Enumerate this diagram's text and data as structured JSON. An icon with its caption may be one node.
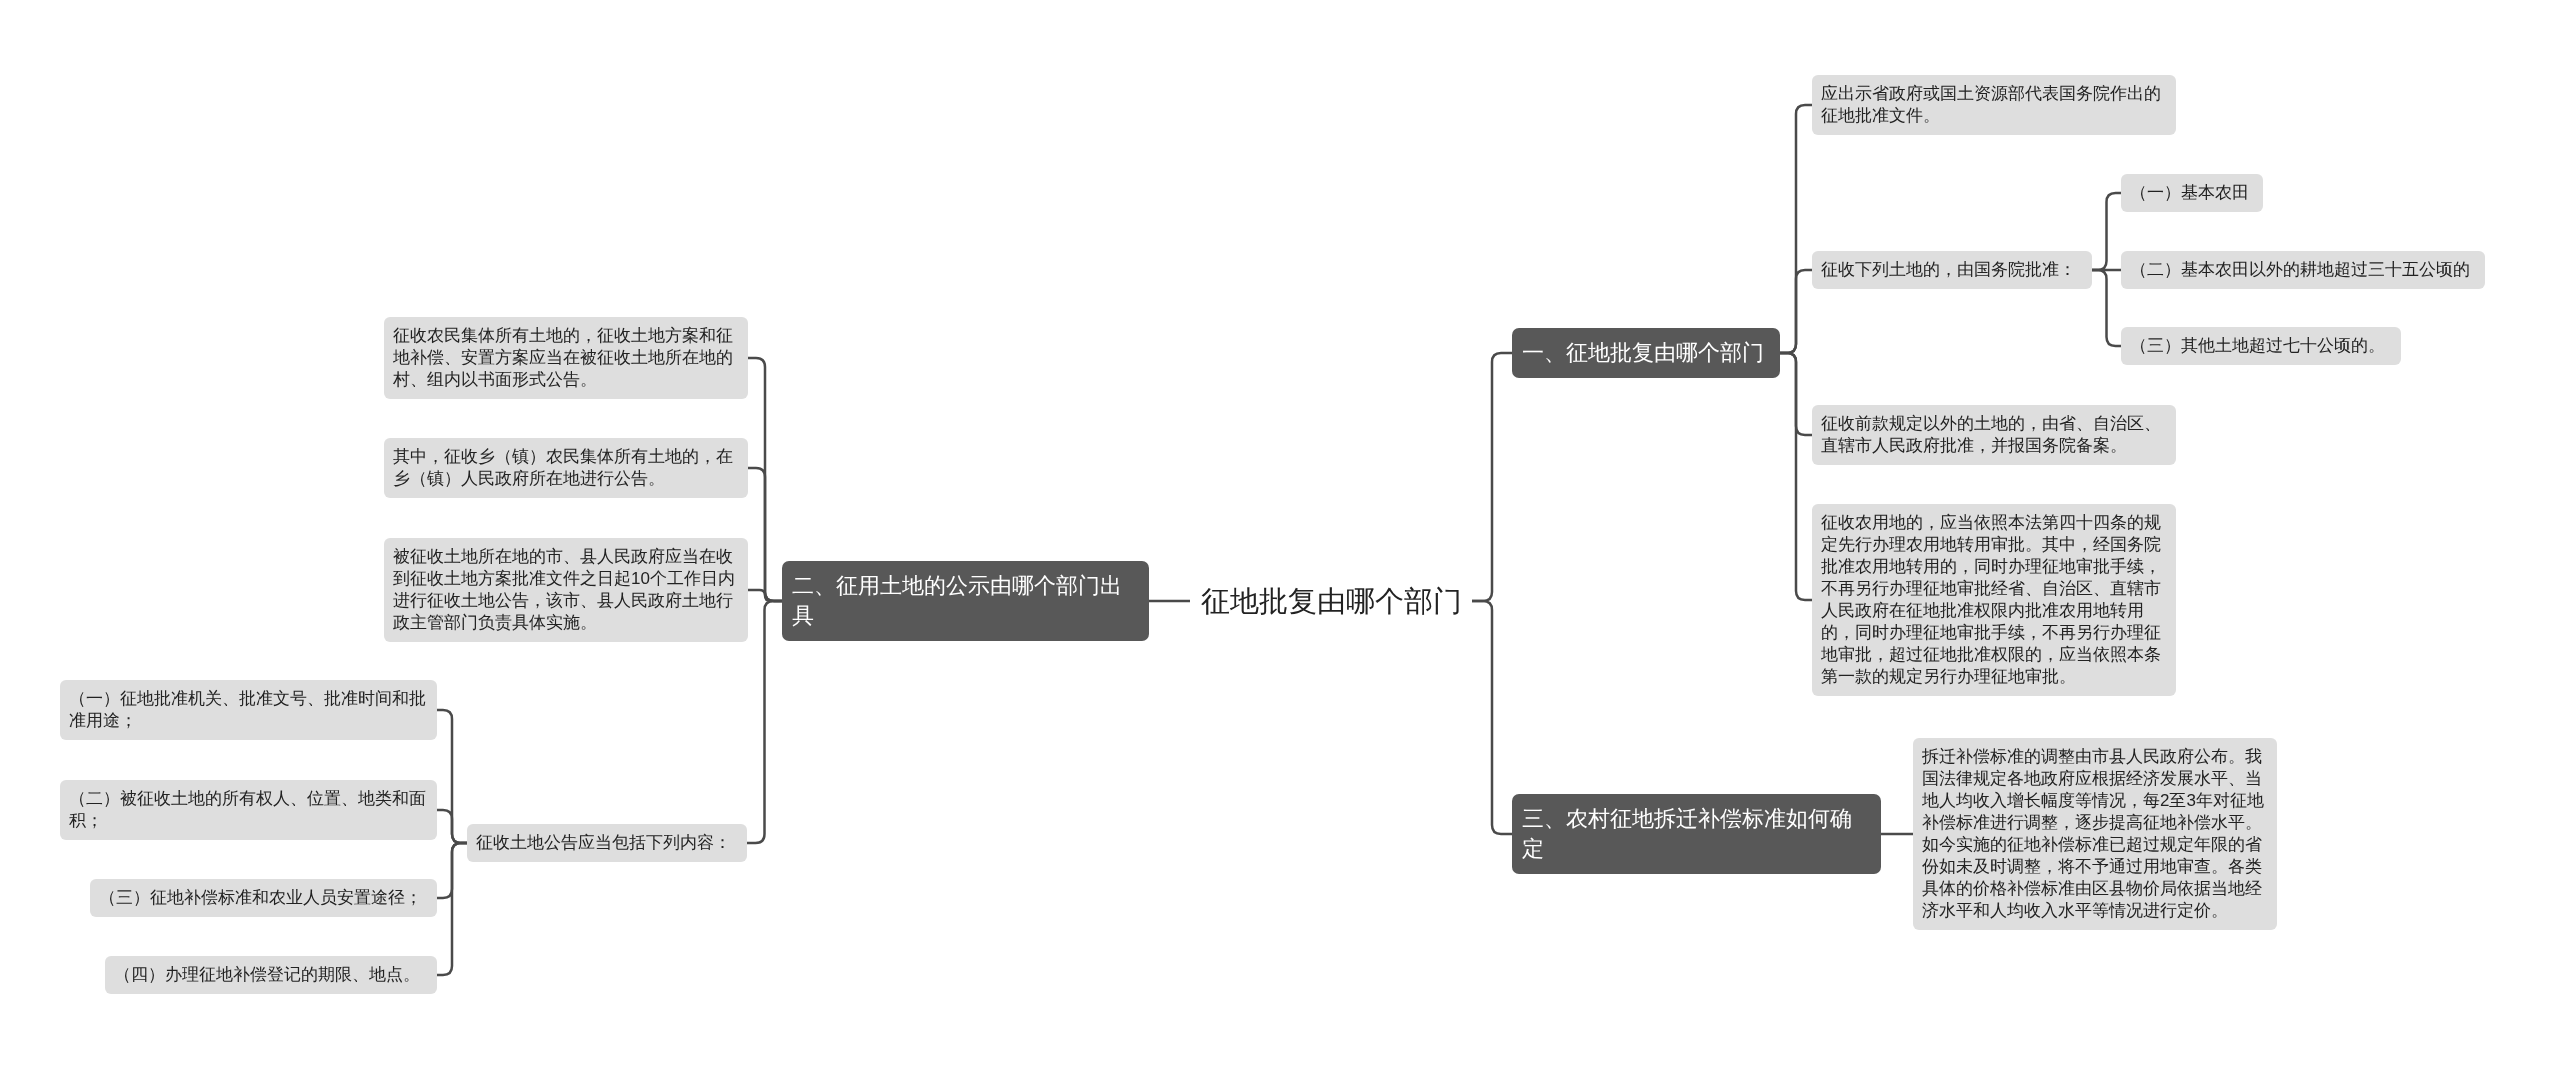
{
  "diagram": {
    "nodes": [
      {
        "text": [
          "征地批复由哪个部门"
        ]
      },
      {
        "text": [
          "一、征地批复由哪个部门"
        ]
      },
      {
        "text": [
          "应出示省政府或国土资源部代表国务院作出的征地批准文件。"
        ]
      },
      {
        "text": [
          "征收下列土地的，由国务院批准："
        ]
      },
      {
        "text": [
          "（一）基本农田"
        ]
      },
      {
        "text": [
          "（二）基本农田以外的耕地超过三十五公顷的"
        ]
      },
      {
        "text": [
          "（三）其他土地超过七十公顷的。"
        ]
      },
      {
        "text": [
          "征收前款规定以外的土地的，由省、自治区、直辖市人民政府批准，并报国务院备案。"
        ]
      },
      {
        "text": [
          "征收农用地的，应当依照本法第四十四条的规定先行办理农用地转用审批。其中，经国务院批准农用地转用的，同时办理征地审批手续，不再另行办理征地审批经省、自治区、直辖市人民政府在征地批准权限内批准农用地转用的，同时办理征地审批手续，不再另行办理征地审批，超过征地批准权限的，应当依照本条第一款的规定另行办理征地审批。"
        ]
      },
      {
        "text": [
          "二、征用土地的公示由哪个部门出具"
        ]
      },
      {
        "text": [
          "征收农民集体所有土地的，征收土地方案和征地补偿、安置方案应当在被征收土地所在地的村、组内以书面形式公告。"
        ]
      },
      {
        "text": [
          "其中，征收乡（镇）农民集体所有土地的，在乡（镇）人民政府所在地进行公告。"
        ]
      },
      {
        "text": [
          "被征收土地所在地的市、县人民政府应当在收到征收土地方案批准文件之日起10个工作日内进行征收土地公告，该市、县人民政府土地行政主管部门负责具体实施。"
        ]
      },
      {
        "text": [
          "征收土地公告应当包括下列内容："
        ]
      },
      {
        "text": [
          "（一）征地批准机关、批准文号、批准时间和批准用途；"
        ]
      },
      {
        "text": [
          "（二）被征收土地的所有权人、位置、地类和面积；"
        ]
      },
      {
        "text": [
          "（三）征地补偿标准和农业人员安置途径；"
        ]
      },
      {
        "text": [
          "（四）办理征地补偿登记的期限、地点。"
        ]
      },
      {
        "text": [
          "三、农村征地拆迁补偿标准如何确定"
        ]
      },
      {
        "text": [
          "拆迁补偿标准的调整由市县人民政府公布。我国法律规定各地政府应根据经济发展水平、当地人均收入增长幅度等情况，每2至3年对征地补偿标准进行调整，逐步提高征地补偿水平。如今实施的征地补偿标准已超过规定年限的省份如未及时调整，将不予通过用地审查。各类具体的价格补偿标准由区县物价局依据当地经济水平和人均收入水平等情况进行定价。"
        ]
      }
    ],
    "edges": [
      {
        "from": 0,
        "to": 1,
        "arrow": "none"
      },
      {
        "from": 0,
        "to": 9,
        "arrow": "none"
      },
      {
        "from": 0,
        "to": 18,
        "arrow": "none"
      },
      {
        "from": 1,
        "to": 2,
        "arrow": "none"
      },
      {
        "from": 1,
        "to": 3,
        "arrow": "none"
      },
      {
        "from": 1,
        "to": 7,
        "arrow": "none"
      },
      {
        "from": 1,
        "to": 8,
        "arrow": "none"
      },
      {
        "from": 3,
        "to": 4,
        "arrow": "none"
      },
      {
        "from": 3,
        "to": 5,
        "arrow": "none"
      },
      {
        "from": 3,
        "to": 6,
        "arrow": "none"
      },
      {
        "from": 9,
        "to": 10,
        "arrow": "none"
      },
      {
        "from": 9,
        "to": 11,
        "arrow": "none"
      },
      {
        "from": 9,
        "to": 12,
        "arrow": "none"
      },
      {
        "from": 9,
        "to": 13,
        "arrow": "none"
      },
      {
        "from": 13,
        "to": 14,
        "arrow": "none"
      },
      {
        "from": 13,
        "to": 15,
        "arrow": "none"
      },
      {
        "from": 13,
        "to": 16,
        "arrow": "none"
      },
      {
        "from": 13,
        "to": 17,
        "arrow": "none"
      },
      {
        "from": 18,
        "to": 19,
        "arrow": "none"
      }
    ]
  }
}
